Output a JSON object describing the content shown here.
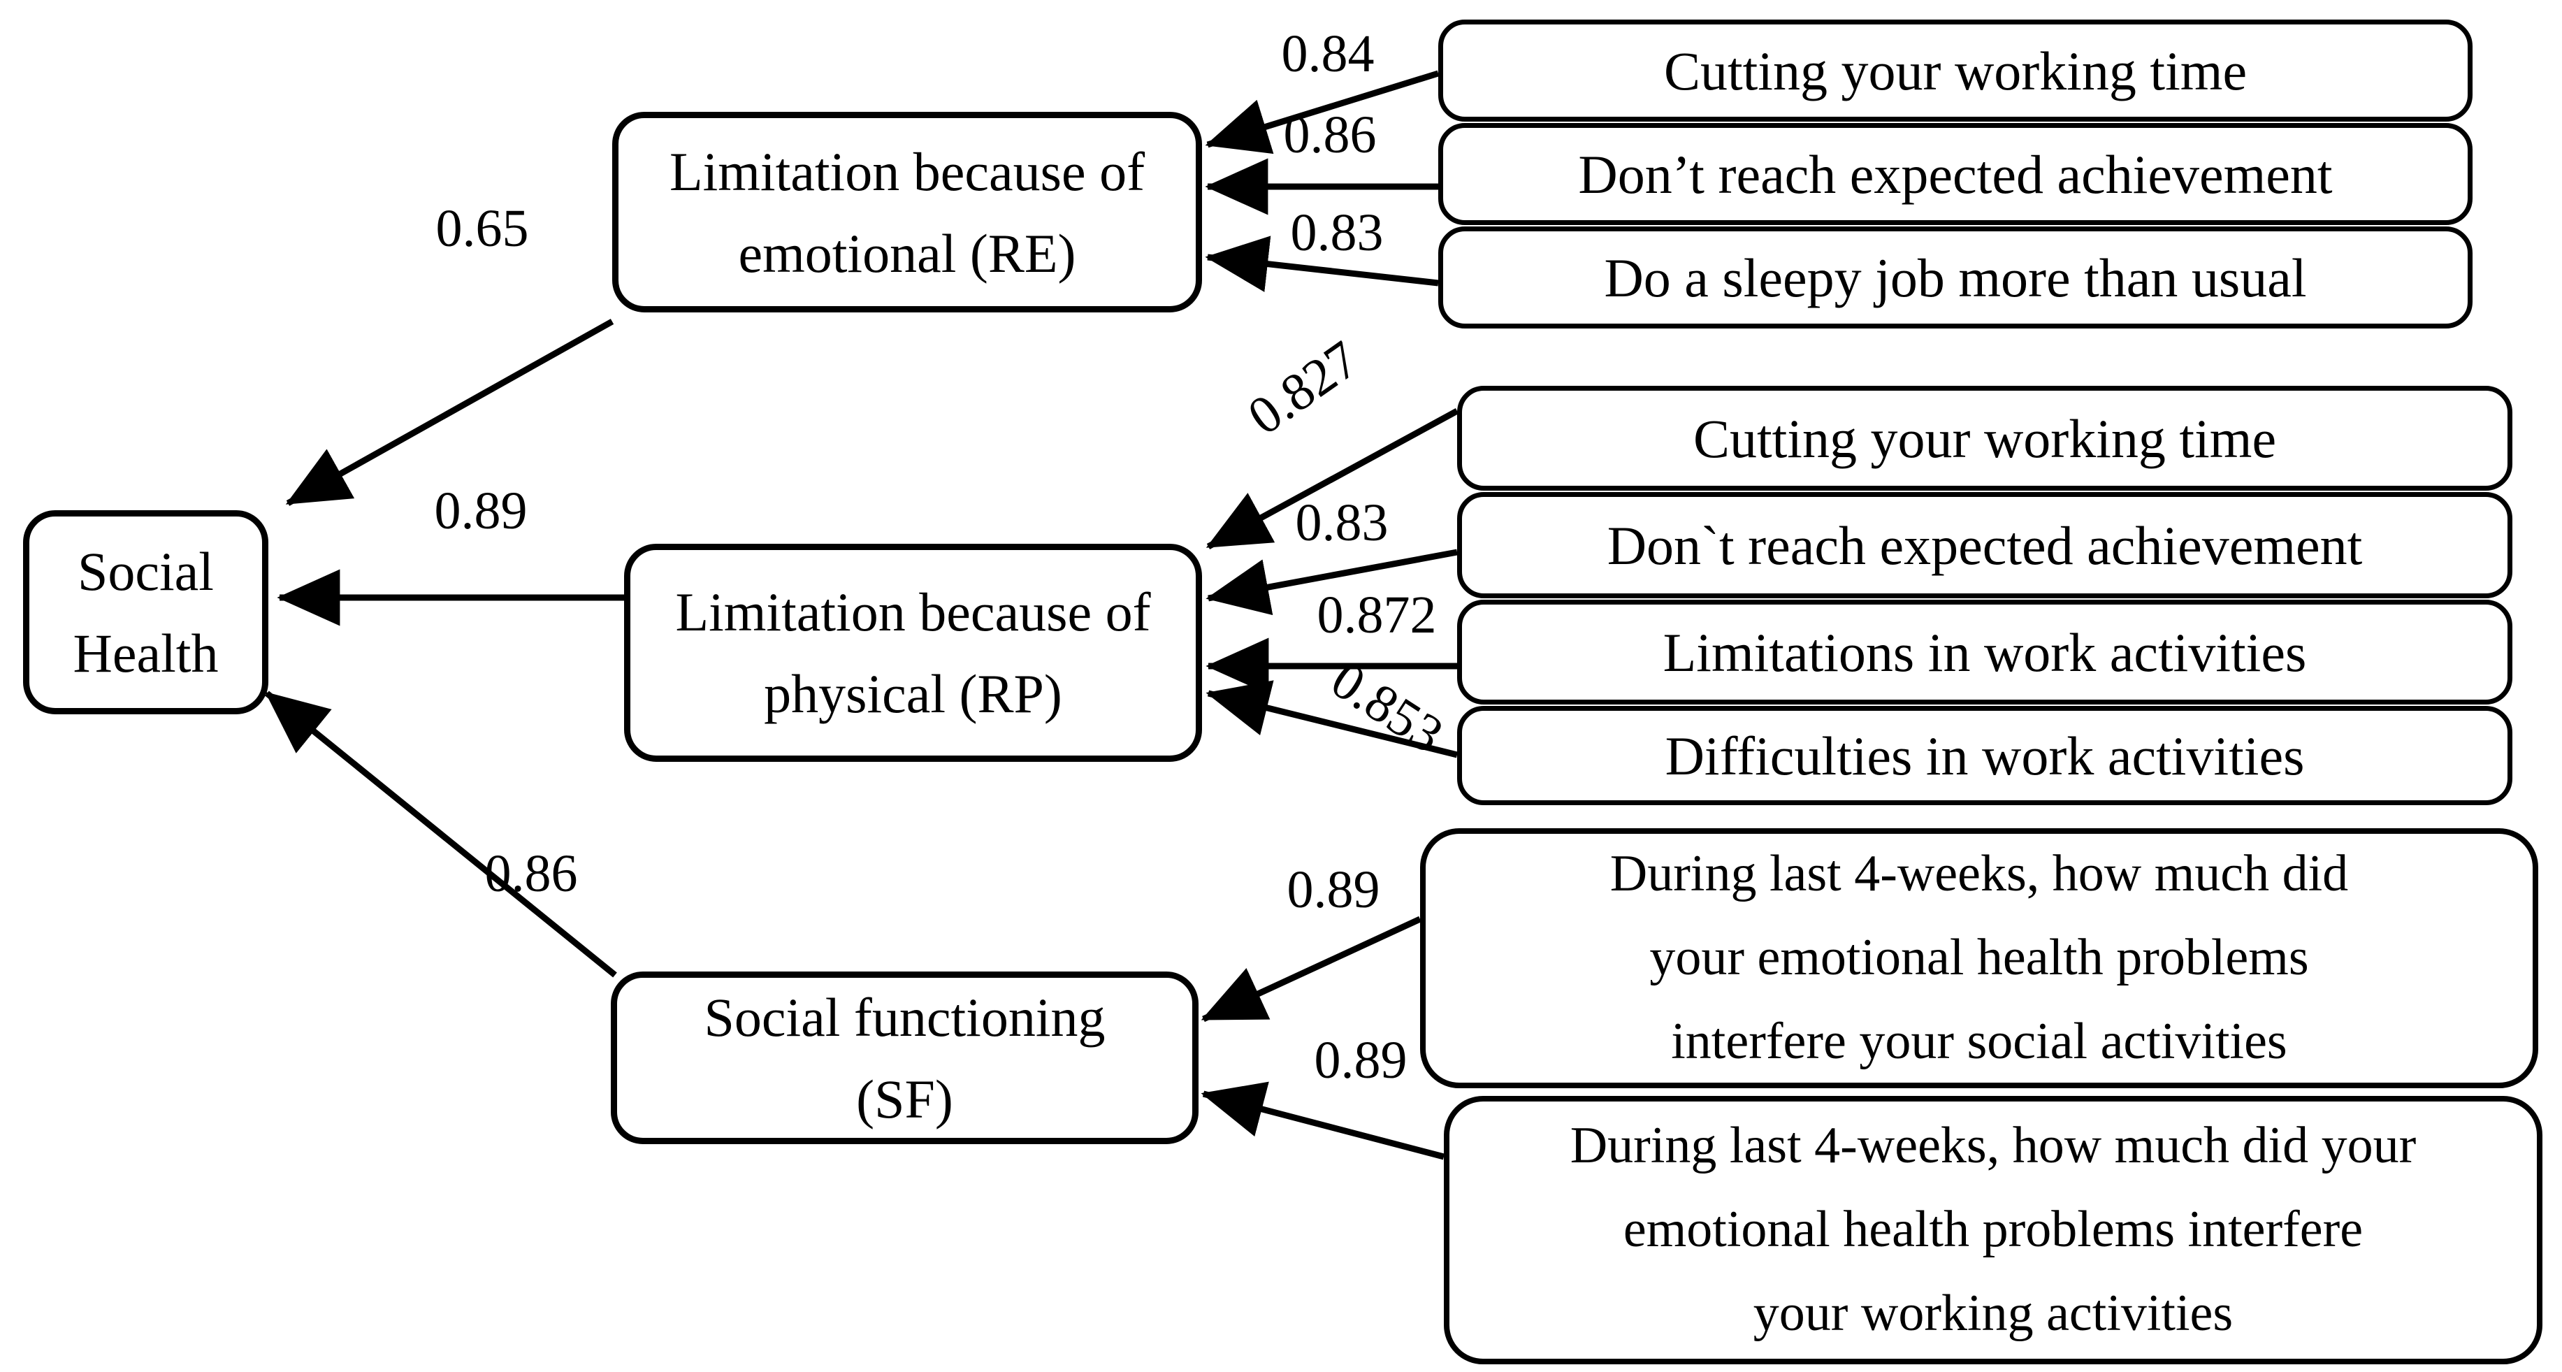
{
  "diagram": {
    "type": "sem-path-diagram",
    "construct": {
      "label": "Social Health"
    },
    "factors": [
      {
        "id": "RE",
        "label": "Limitation because of\nemotional (RE)",
        "loading": "0.65",
        "items": [
          {
            "label": "Cutting your working time",
            "loading": "0.84"
          },
          {
            "label": "Don’t reach expected achievement",
            "loading": "0.86"
          },
          {
            "label": "Do a sleepy job more than usual",
            "loading": "0.83"
          }
        ]
      },
      {
        "id": "RP",
        "label": "Limitation because of\nphysical (RP)",
        "loading": "0.89",
        "items": [
          {
            "label": "Cutting your working time",
            "loading": "0.827"
          },
          {
            "label": "Don`t reach expected achievement",
            "loading": "0.83"
          },
          {
            "label": "Limitations in work activities",
            "loading": "0.872"
          },
          {
            "label": "Difficulties in work activities",
            "loading": "0.853"
          }
        ]
      },
      {
        "id": "SF",
        "label": "Social functioning\n(SF)",
        "loading": "0.86",
        "items": [
          {
            "label": "During last 4-weeks, how much did\nyour emotional health problems\ninterfere your social activities",
            "loading": "0.89"
          },
          {
            "label": "During last 4-weeks, how much did your\nemotional health problems interfere\nyour working activities",
            "loading": "0.89"
          }
        ]
      }
    ],
    "colors": {
      "line": "#000000",
      "box_fill": "#ffffff",
      "text": "#000000",
      "background": "#ffffff"
    }
  }
}
